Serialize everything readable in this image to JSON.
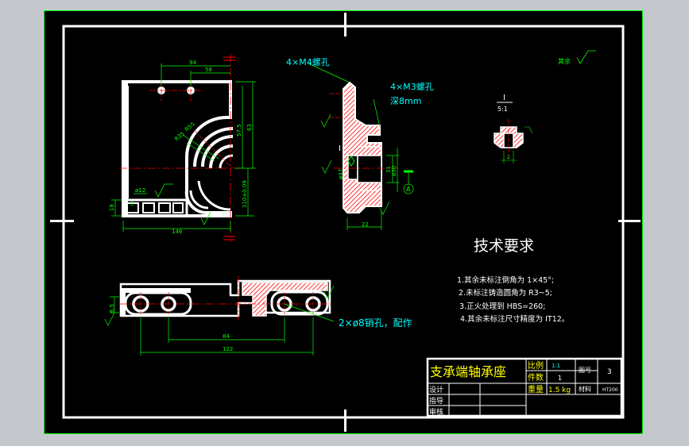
{
  "colors": {
    "canvas_bg": "#c4c8cc",
    "paper": "#000000",
    "frame": "#ffffff",
    "border_accent": "#00ff00",
    "dimension": "#00ff00",
    "centerline": "#ff0000",
    "hatch": "#ff0000",
    "text_cyan": "#00ffff",
    "text_yellow": "#ffff00",
    "text_white": "#ffffff"
  },
  "labels": {
    "hole_m4": "4×M4螺孔",
    "hole_m3": "4×M3螺孔",
    "hole_m3_depth": "深8mm",
    "pin_holes": "2×ø8销孔，配作",
    "surface_note": "其余",
    "detail_name": "I",
    "detail_scale": "5:1",
    "section_marker": "I",
    "datum": "A"
  },
  "dimensions": {
    "top_94": "94",
    "top_58": "58",
    "r55": "R55",
    "r35": "R35",
    "v57_5": "57.5",
    "v63": "63",
    "v110": "110±0.09",
    "v18": "18",
    "v5": "5",
    "w146": "146",
    "d12": "ø12",
    "side_22": "22",
    "side_31": "31",
    "side_d30": "ø30",
    "side_d47": "ø47",
    "bottom_84": "84",
    "bottom_122": "122",
    "bottom_6_5": "6.5",
    "detail_2": "2"
  },
  "technical_requirements": {
    "heading": "技术要求",
    "items": [
      "1.其余未标注倒角为 1×45°;",
      "2.未标注铸造圆角为 R3~5;",
      "3.正火处理到 HBS=260;",
      "4.其余未标注尺寸精度为 IT12。"
    ]
  },
  "title_block": {
    "part_name": "支承端轴承座",
    "scale_label": "比例",
    "scale_value": "1:1",
    "count_label": "件数",
    "count_value": "1",
    "drawing_no_label": "图号",
    "drawing_no_value": "3",
    "weight_label": "重量",
    "weight_value": "1.5 kg",
    "material_label": "材料",
    "material_value": "HT200",
    "designer_label": "设计",
    "guide_label": "指导",
    "review_label": "审核"
  }
}
